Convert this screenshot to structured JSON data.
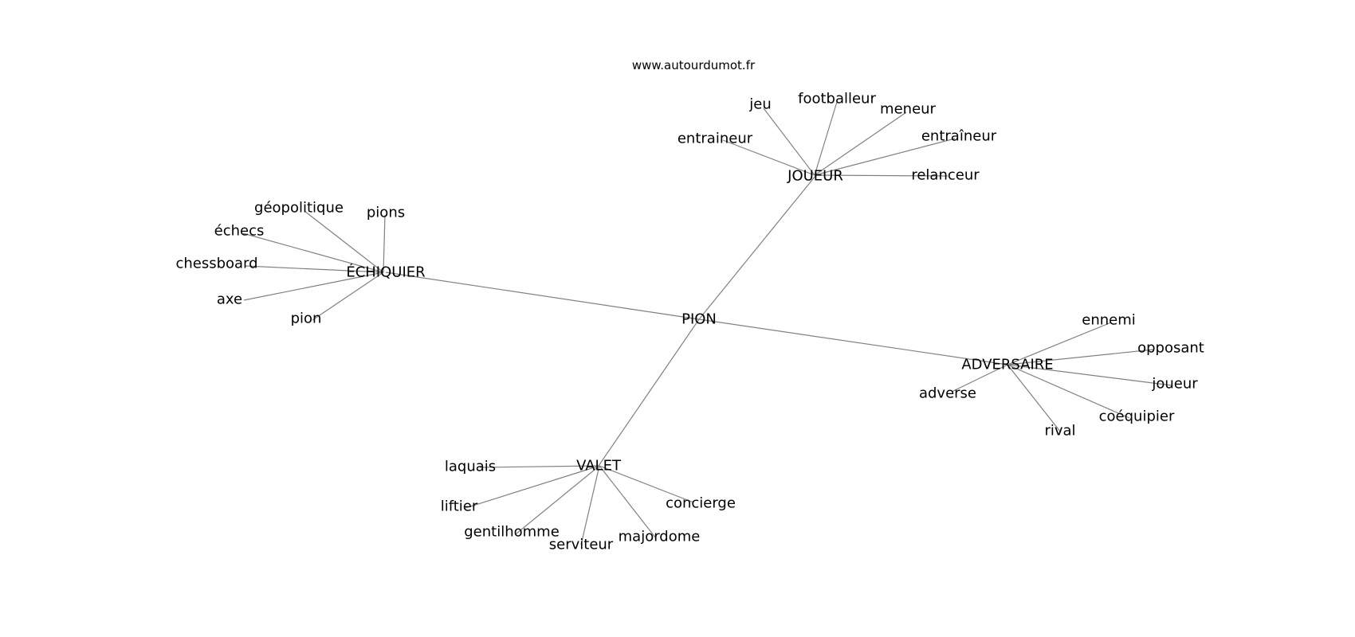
{
  "watermark": "www.autourdumot.fr",
  "center": "PION",
  "hubs": [
    {
      "label": "JOUEUR",
      "leaves": [
        "jeu",
        "footballeur",
        "meneur",
        "entraineur",
        "entraîneur",
        "relanceur"
      ]
    },
    {
      "label": "ÉCHIQUIER",
      "leaves": [
        "géopolitique",
        "pions",
        "échecs",
        "chessboard",
        "axe",
        "pion"
      ]
    },
    {
      "label": "ADVERSAIRE",
      "leaves": [
        "ennemi",
        "opposant",
        "joueur",
        "adverse",
        "coéquipier",
        "rival"
      ]
    },
    {
      "label": "VALET",
      "leaves": [
        "laquais",
        "liftier",
        "concierge",
        "gentilhomme",
        "majordome",
        "serviteur"
      ]
    }
  ]
}
